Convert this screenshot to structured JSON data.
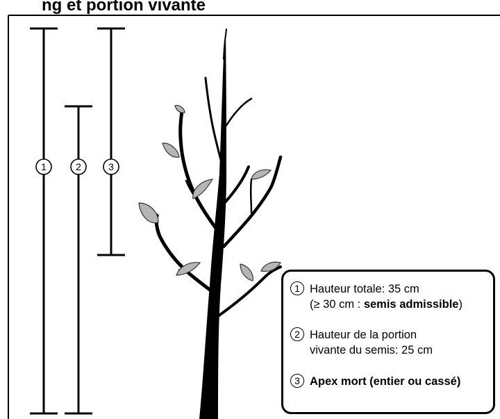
{
  "title": "ng et portion vivante",
  "markers": [
    {
      "number": "1"
    },
    {
      "number": "2"
    },
    {
      "number": "3"
    }
  ],
  "legend": {
    "item1_number": "1",
    "item1_line1": "Hauteur totale: 35 cm",
    "item1_line2_prefix": "(≥ 30 cm : ",
    "item1_line2_bold": "semis admissible",
    "item1_line2_suffix": ")",
    "item2_number": "2",
    "item2_line1": "Hauteur de la portion",
    "item2_line2": "vivante du semis: 25 cm",
    "item3_number": "3",
    "item3_text": "Apex mort (entier ou cassé)"
  }
}
